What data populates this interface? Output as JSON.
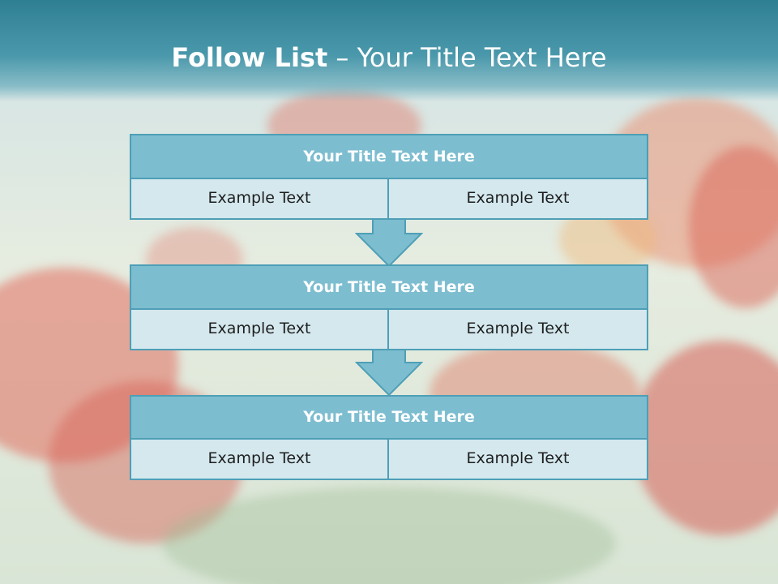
{
  "slide": {
    "title_bold": "Follow List",
    "title_rest": " – Your Title Text Here"
  },
  "steps": [
    {
      "title": "Your Title Text Here",
      "left": "Example Text",
      "right": "Example Text"
    },
    {
      "title": "Your Title Text Here",
      "left": "Example Text",
      "right": "Example Text"
    },
    {
      "title": "Your Title Text Here",
      "left": "Example Text",
      "right": "Example Text"
    }
  ],
  "colors": {
    "header": "#3a8fa3",
    "box_title_fill": "#7dbdd0",
    "box_border": "#4e9fb6",
    "cell_fill": "#d4e8ee",
    "arrow_fill": "#7dbdd0"
  }
}
